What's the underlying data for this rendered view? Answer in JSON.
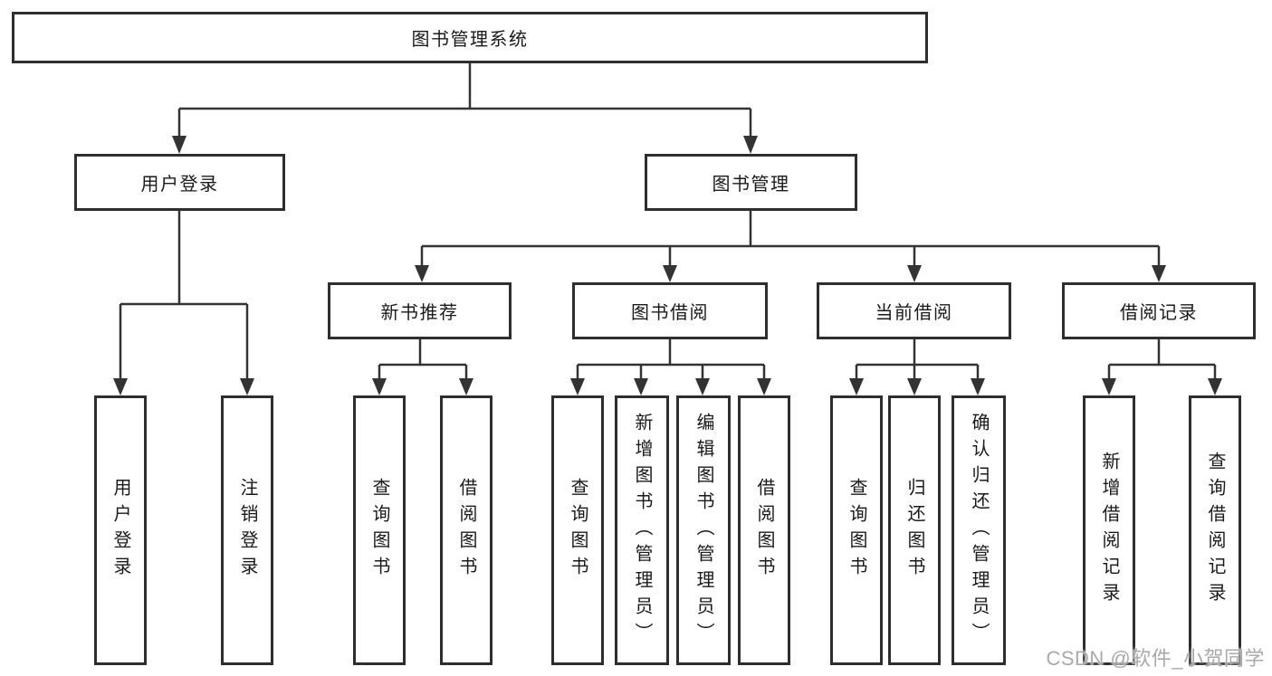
{
  "colors": {
    "background": "#ffffff",
    "line": "#333333",
    "box_border": "#2e2e2e",
    "text": "#1a1a1a",
    "watermark": "#a9a9a9"
  },
  "watermark": {
    "text": "CSDN @软件_小贺同学"
  },
  "tree": {
    "root": "图书管理系统",
    "level2": [
      "用户登录",
      "图书管理"
    ],
    "level3": [
      "新书推荐",
      "图书借阅",
      "当前借阅",
      "借阅记录"
    ],
    "user_login_children": [
      "用户登录",
      "注销登录"
    ],
    "new_book_children": [
      "查询图书",
      "借阅图书"
    ],
    "book_borrow_children": [
      "查询图书",
      "新增图书（管理员）",
      "编辑图书（管理员）",
      "借阅图书"
    ],
    "current_borrow_children": [
      "查询图书",
      "归还图书",
      "确认归还（管理员）"
    ],
    "borrow_record_children": [
      "新增借阅记录",
      "查询借阅记录"
    ]
  }
}
